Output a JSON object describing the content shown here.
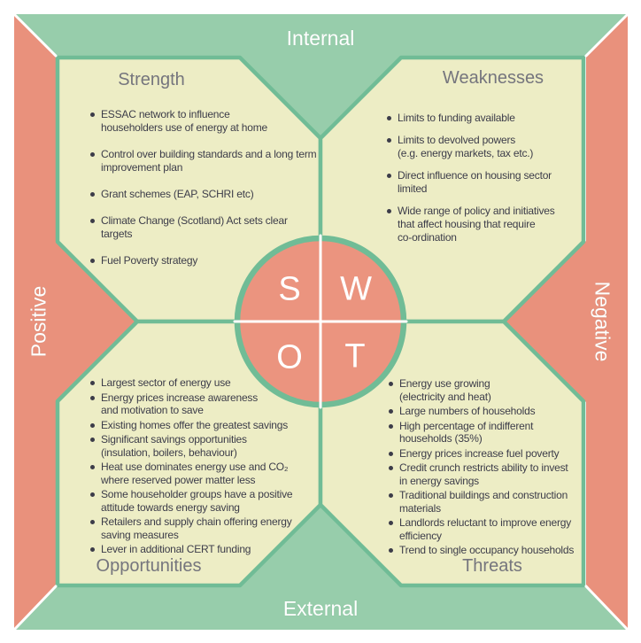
{
  "axes": {
    "top": "Internal",
    "bottom": "External",
    "left": "Positive",
    "right": "Negative"
  },
  "letters": {
    "s": "S",
    "w": "W",
    "o": "O",
    "t": "T"
  },
  "quadrants": [
    {
      "id": "strength",
      "title": "Strength",
      "items": [
        "ESSAC network to influence\nhouseholders use of energy at home",
        "Control over building standards and a long term\nimprovement plan",
        "Grant schemes (EAP, SCHRI etc)",
        "Climate Change (Scotland) Act sets clear\ntargets",
        "Fuel Poverty strategy"
      ]
    },
    {
      "id": "weaknesses",
      "title": "Weaknesses",
      "items": [
        "Limits to funding available",
        "Limits to devolved powers\n(e.g. energy markets, tax etc.)",
        "Direct influence on housing sector\nlimited",
        "Wide range of policy and initiatives\nthat affect housing that require\nco-ordination"
      ]
    },
    {
      "id": "opportunities",
      "title": "Opportunities",
      "items": [
        "Largest sector of energy use",
        "Energy prices increase awareness\nand motivation to save",
        "Existing homes offer the greatest savings",
        "Significant savings opportunities\n(insulation, boilers, behaviour)",
        "Heat use dominates energy use and CO₂\nwhere reserved power matter less",
        "Some householder groups have a positive\nattitude towards energy saving",
        "Retailers and supply chain offering energy\nsaving measures",
        "Lever in additional CERT funding"
      ]
    },
    {
      "id": "threats",
      "title": "Threats",
      "items": [
        "Energy use growing\n(electricity and heat)",
        "Large numbers of households",
        "High percentage of indifferent\nhouseholds (35%)",
        "Energy prices increase fuel poverty",
        "Credit crunch restricts ability to invest\nin energy savings",
        "Traditional buildings and construction\nmaterials",
        "Landlords reluctant to improve energy\nefficiency",
        "Trend to single occupancy households"
      ]
    }
  ],
  "colors": {
    "frame_green": "#97CDAB",
    "band_salmon": "#E9917C",
    "panel_cream": "#EDEDC5",
    "border_teal": "#70BC96",
    "circle_salmon": "#EB947F",
    "divider_white": "#FFFFFF",
    "title_gray": "#75757D",
    "text_dark": "#3C3C49"
  }
}
